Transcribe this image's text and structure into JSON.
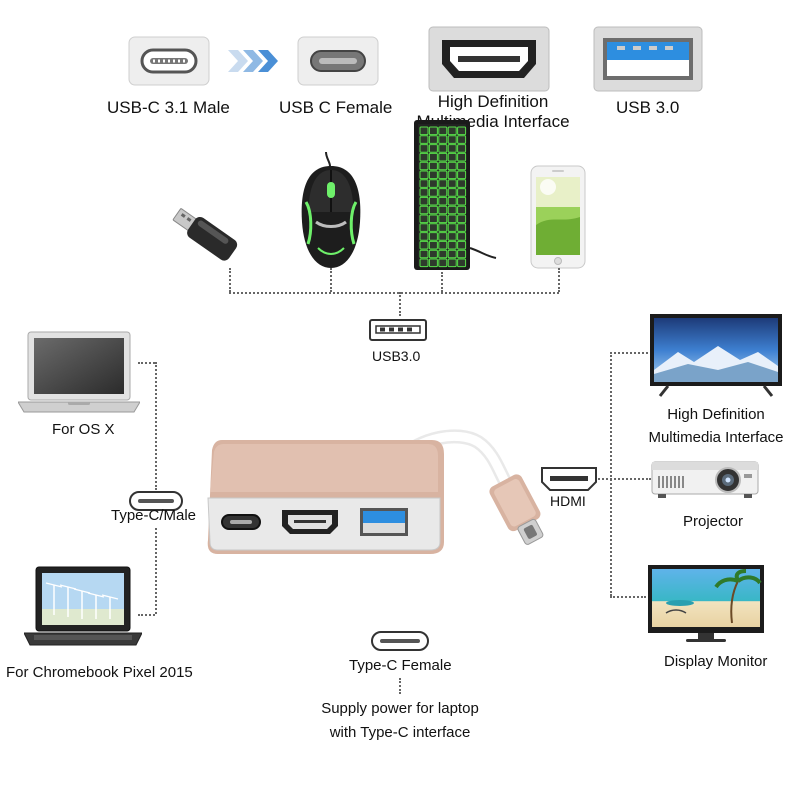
{
  "top_row": {
    "usbc_male": "USB-C 3.1 Male",
    "usbc_female": "USB C Female",
    "hdmi_line1": "High Definition",
    "hdmi_line2": "Multimedia Interface",
    "usb3": "USB 3.0"
  },
  "usb_hub": {
    "label": "USB3.0"
  },
  "left": {
    "osx": "For OS X",
    "typec_male": "Type-C/Male",
    "chromebook": "For Chromebook Pixel 2015"
  },
  "right": {
    "tv_line1": "High Definition",
    "tv_line2": "Multimedia Interface",
    "hdmi_port": "HDMI",
    "projector": "Projector",
    "monitor": "Display Monitor"
  },
  "bottom": {
    "typec_female": "Type-C Female",
    "supply_line1": "Supply power for laptop",
    "supply_line2": "with Type-C interface"
  },
  "colors": {
    "adapter_gold": "#d8b3a1",
    "usb3_blue": "#2d8ee0",
    "keyboard_green": "#58e04a"
  },
  "icons": [
    "usb-c-male-icon",
    "chevron-arrows-icon",
    "usb-c-female-icon",
    "hdmi-icon",
    "usb3-icon",
    "usb-flash-drive-icon",
    "gaming-mouse-icon",
    "keyboard-icon",
    "smartphone-icon",
    "usb-port-icon",
    "laptop-osx-icon",
    "chromebook-icon",
    "usb-c-port-icon",
    "hdmi-port-icon",
    "tv-icon",
    "projector-icon",
    "monitor-icon",
    "adapter-icon"
  ]
}
